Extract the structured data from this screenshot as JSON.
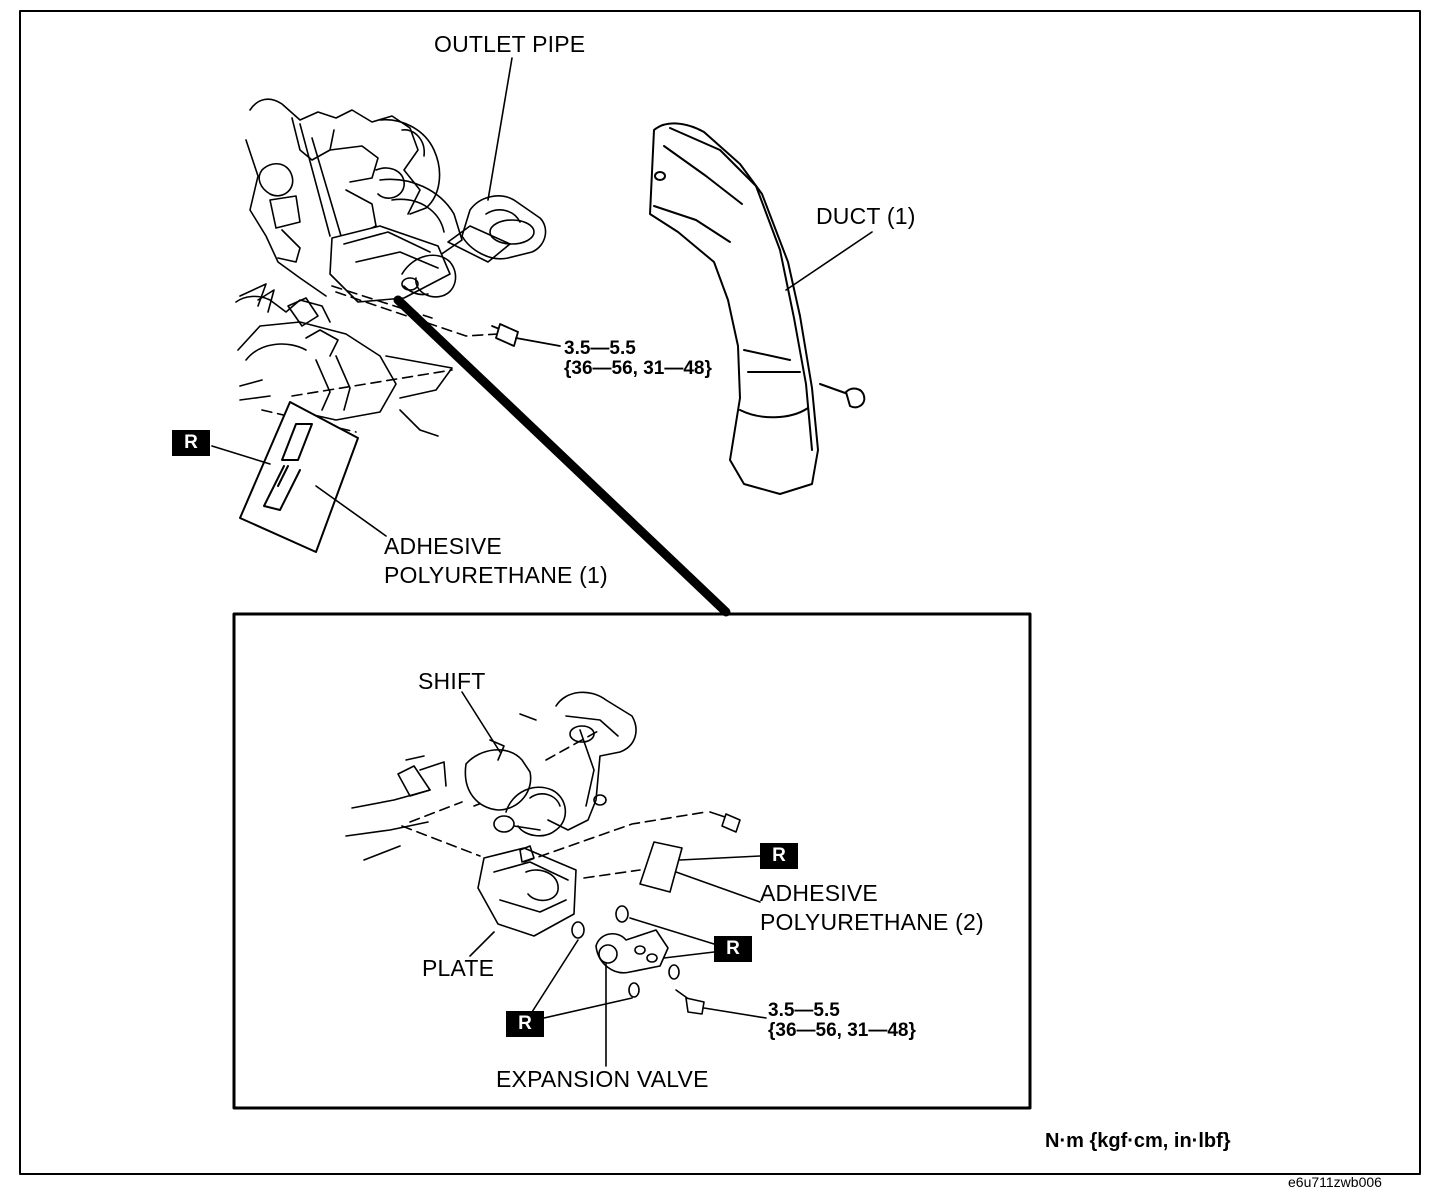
{
  "labels": {
    "outlet_pipe": "OUTLET PIPE",
    "duct": "DUCT (1)",
    "adhesive_1_line1": "ADHESIVE",
    "adhesive_1_line2": "POLYURETHANE (1)",
    "shift": "SHIFT",
    "adhesive_2_line1": "ADHESIVE",
    "adhesive_2_line2": "POLYURETHANE (2)",
    "plate": "PLATE",
    "expansion_valve": "EXPANSION VALVE"
  },
  "torque": {
    "upper_line1": "3.5—5.5",
    "upper_line2": "{36—56, 31—48}",
    "lower_line1": "3.5—5.5",
    "lower_line2": "{36—56, 31—48}"
  },
  "replace_mark": "R",
  "units": "N·m {kgf·cm,  in·lbf}",
  "figure_id": "e6u711zwb006"
}
